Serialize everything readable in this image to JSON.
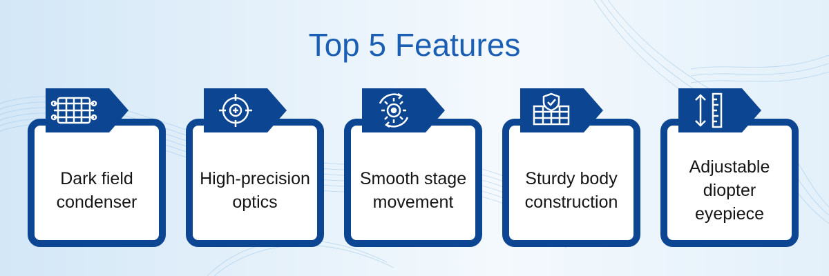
{
  "title": "Top 5 Features",
  "colors": {
    "primary": "#0c4591",
    "title": "#1a5fb4",
    "background": "#e9f3fb"
  },
  "features": [
    {
      "label": "Dark field condenser",
      "icon": "condenser-coil-icon"
    },
    {
      "label": "High-precision optics",
      "icon": "crosshair-target-icon"
    },
    {
      "label": "Smooth stage movement",
      "icon": "gear-rotation-icon"
    },
    {
      "label": "Sturdy body construction",
      "icon": "shield-building-icon"
    },
    {
      "label": "Adjustable diopter eyepiece",
      "icon": "vertical-scale-arrow-icon"
    }
  ]
}
